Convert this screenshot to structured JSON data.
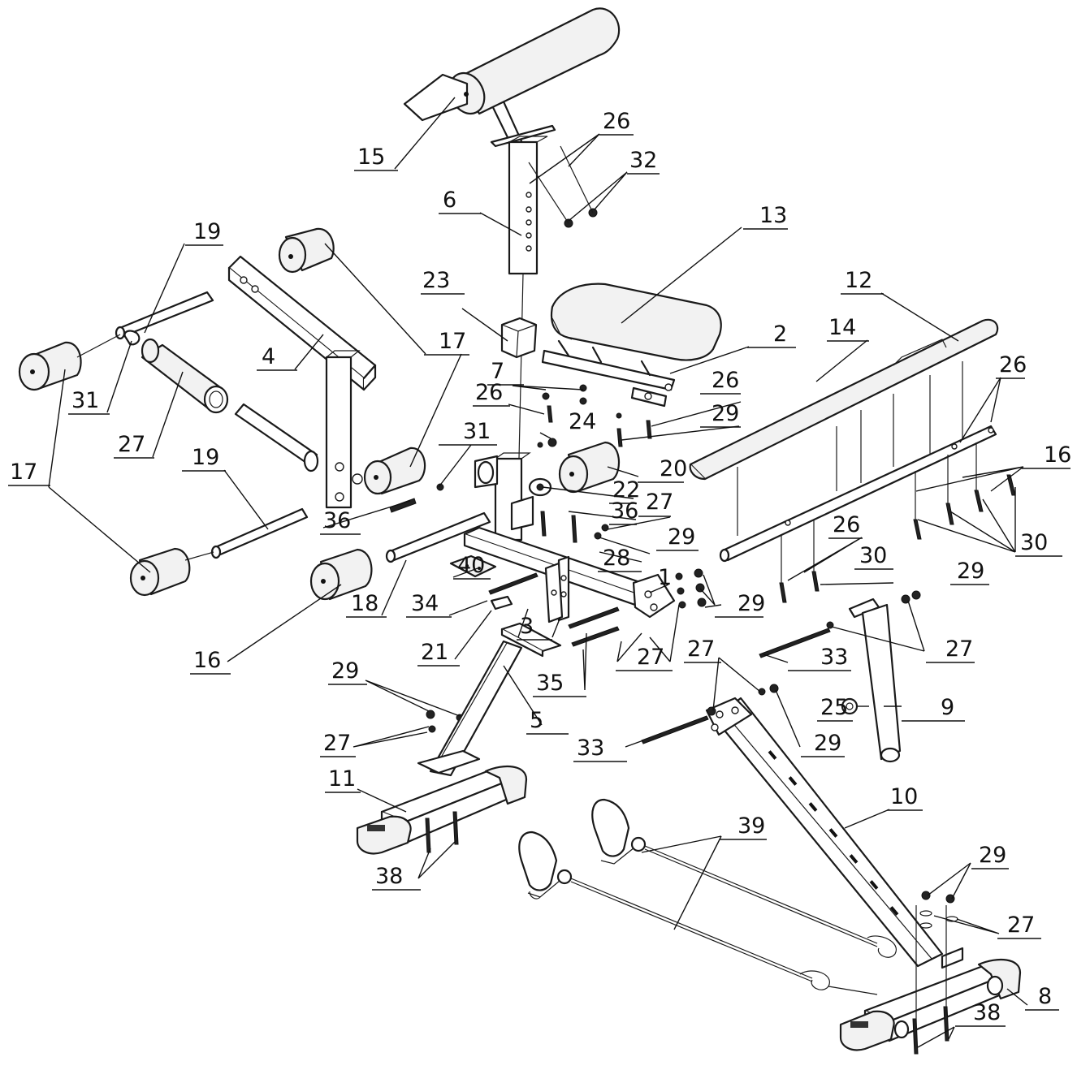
{
  "diagram": {
    "callouts": [
      {
        "id": "c15",
        "text": "15"
      },
      {
        "id": "c26a",
        "text": "26"
      },
      {
        "id": "c32",
        "text": "32"
      },
      {
        "id": "c6",
        "text": "6"
      },
      {
        "id": "c13",
        "text": "13"
      },
      {
        "id": "c19a",
        "text": "19"
      },
      {
        "id": "c23",
        "text": "23"
      },
      {
        "id": "c12",
        "text": "12"
      },
      {
        "id": "c14",
        "text": "14"
      },
      {
        "id": "c4",
        "text": "4"
      },
      {
        "id": "c17a",
        "text": "17"
      },
      {
        "id": "c2",
        "text": "2"
      },
      {
        "id": "c26b",
        "text": "26"
      },
      {
        "id": "c7",
        "text": "7"
      },
      {
        "id": "c26c",
        "text": "26"
      },
      {
        "id": "c31a",
        "text": "31"
      },
      {
        "id": "c24",
        "text": "24"
      },
      {
        "id": "c29a",
        "text": "29"
      },
      {
        "id": "c31b",
        "text": "31"
      },
      {
        "id": "c27a",
        "text": "27"
      },
      {
        "id": "c20",
        "text": "20"
      },
      {
        "id": "c16a",
        "text": "16"
      },
      {
        "id": "c26d",
        "text": "26"
      },
      {
        "id": "c17b",
        "text": "17"
      },
      {
        "id": "c19b",
        "text": "19"
      },
      {
        "id": "c22",
        "text": "22"
      },
      {
        "id": "c36a",
        "text": "36"
      },
      {
        "id": "c36b",
        "text": "36"
      },
      {
        "id": "c27b",
        "text": "27"
      },
      {
        "id": "c26e",
        "text": "26"
      },
      {
        "id": "c30a",
        "text": "30"
      },
      {
        "id": "c29b",
        "text": "29"
      },
      {
        "id": "c30b",
        "text": "30"
      },
      {
        "id": "c28",
        "text": "28"
      },
      {
        "id": "c40",
        "text": "40"
      },
      {
        "id": "c1",
        "text": "1"
      },
      {
        "id": "c29c",
        "text": "29"
      },
      {
        "id": "c18",
        "text": "18"
      },
      {
        "id": "c34",
        "text": "34"
      },
      {
        "id": "c29d",
        "text": "29"
      },
      {
        "id": "c3",
        "text": "3"
      },
      {
        "id": "c27c",
        "text": "27"
      },
      {
        "id": "c16b",
        "text": "16"
      },
      {
        "id": "c21",
        "text": "21"
      },
      {
        "id": "c27d",
        "text": "27"
      },
      {
        "id": "c27e",
        "text": "27"
      },
      {
        "id": "c33a",
        "text": "33"
      },
      {
        "id": "c29e",
        "text": "29"
      },
      {
        "id": "c35",
        "text": "35"
      },
      {
        "id": "c25",
        "text": "25"
      },
      {
        "id": "c9",
        "text": "9"
      },
      {
        "id": "c5",
        "text": "5"
      },
      {
        "id": "c27f",
        "text": "27"
      },
      {
        "id": "c29f",
        "text": "29"
      },
      {
        "id": "c33b",
        "text": "33"
      },
      {
        "id": "c11",
        "text": "11"
      },
      {
        "id": "c10",
        "text": "10"
      },
      {
        "id": "c39",
        "text": "39"
      },
      {
        "id": "c38a",
        "text": "38"
      },
      {
        "id": "c29g",
        "text": "29"
      },
      {
        "id": "c27g",
        "text": "27"
      },
      {
        "id": "c8",
        "text": "8"
      },
      {
        "id": "c38b",
        "text": "38"
      }
    ]
  }
}
